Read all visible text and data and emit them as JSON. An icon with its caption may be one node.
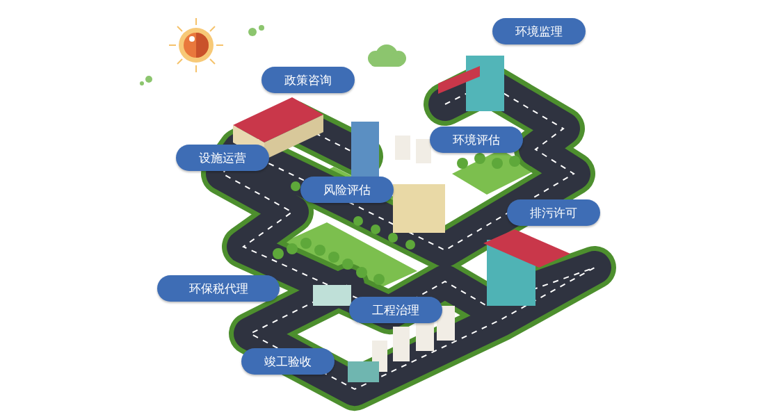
{
  "diagram": {
    "nodes": [
      {
        "text": [
          "环境监理"
        ]
      },
      {
        "text": [
          "政策咨询"
        ]
      },
      {
        "text": [
          "环境评估"
        ]
      },
      {
        "text": [
          "设施运营"
        ]
      },
      {
        "text": [
          "风险评估"
        ]
      },
      {
        "text": [
          "排污许可"
        ]
      },
      {
        "text": [
          "环保税代理"
        ]
      },
      {
        "text": [
          "工程治理"
        ]
      },
      {
        "text": [
          "竣工验收"
        ]
      }
    ]
  }
}
